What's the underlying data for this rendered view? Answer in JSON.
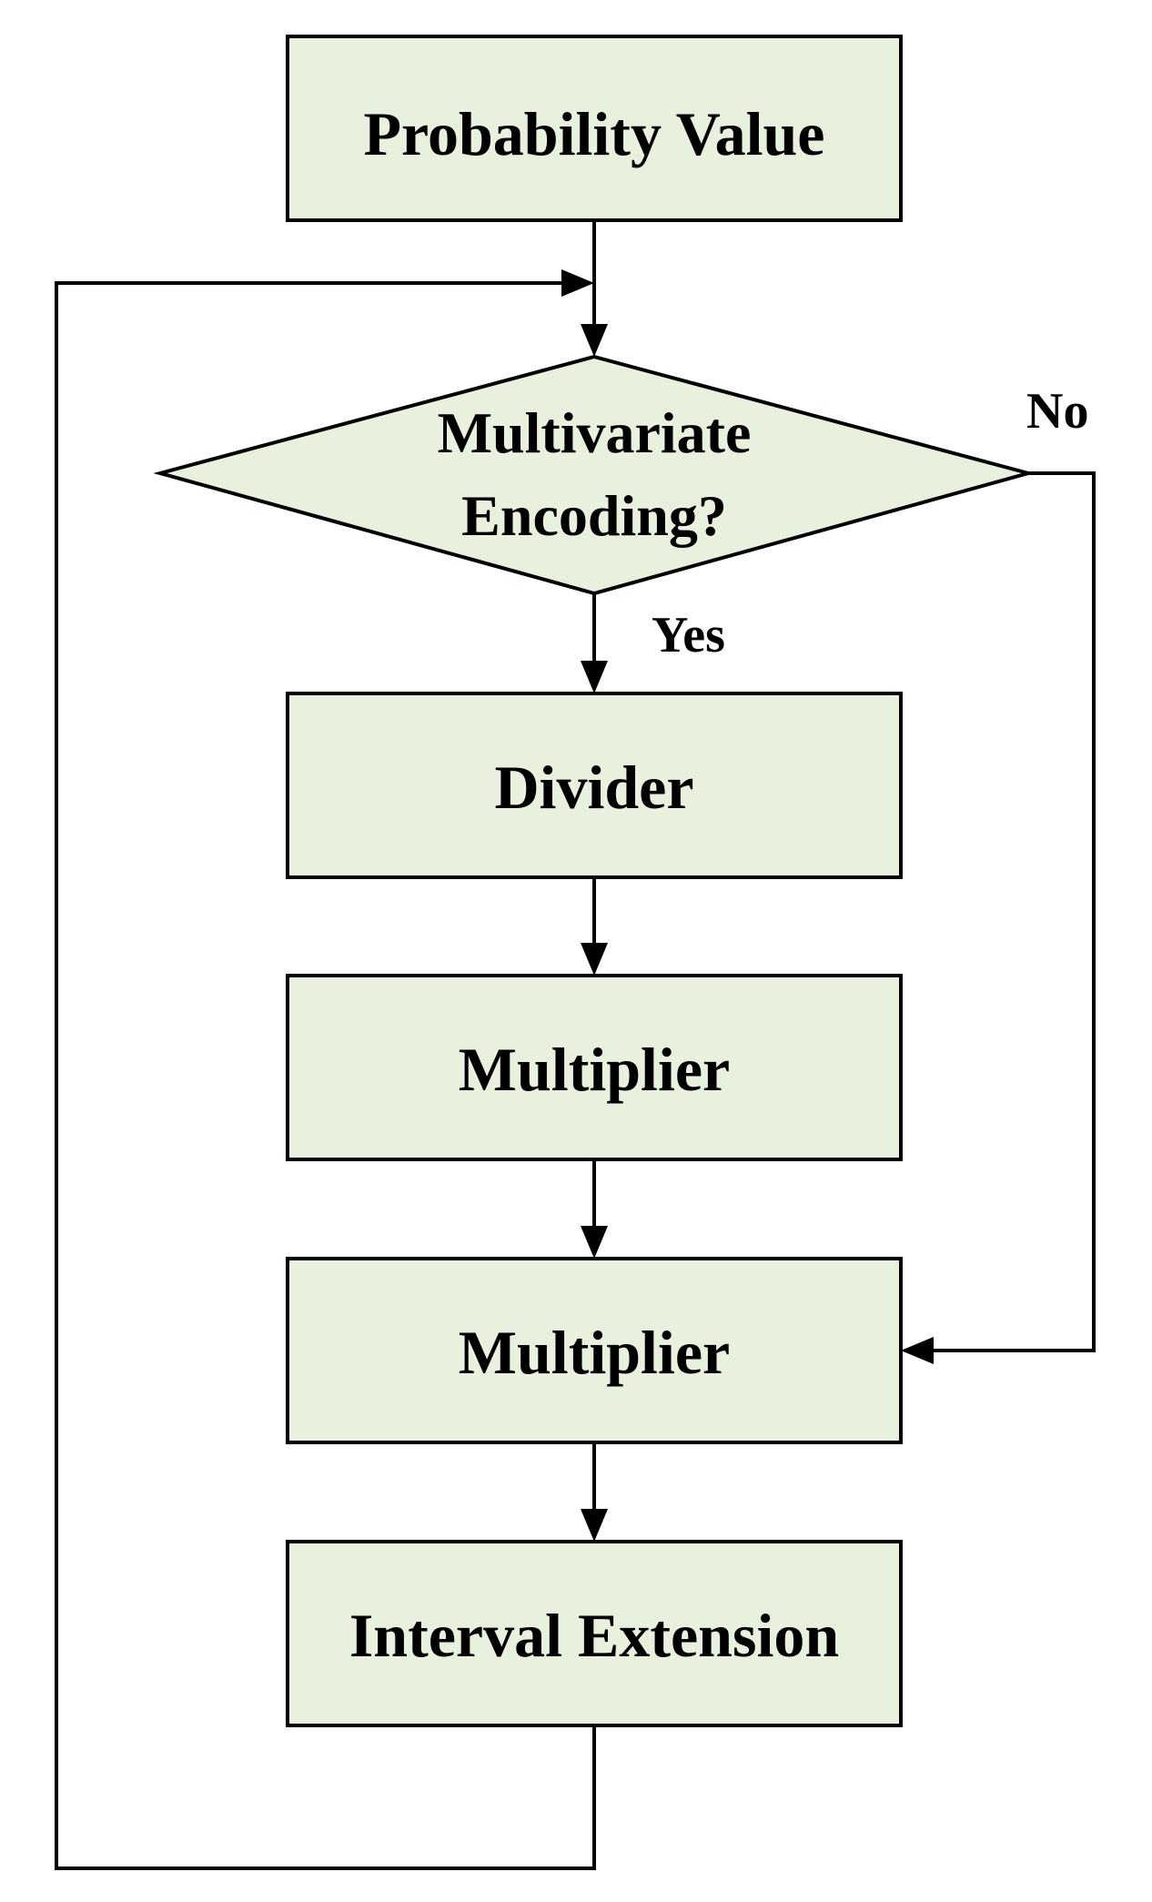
{
  "colors": {
    "node_fill": "#e8f0de",
    "stroke": "#000000",
    "text": "#000000"
  },
  "nodes": {
    "probability_value": "Probability Value",
    "decision": {
      "line1": "Multivariate",
      "line2": "Encoding?"
    },
    "divider": "Divider",
    "multiplier_1": "Multiplier",
    "multiplier_2": "Multiplier",
    "interval_extension": "Interval Extension"
  },
  "edge_labels": {
    "yes": "Yes",
    "no": "No"
  }
}
